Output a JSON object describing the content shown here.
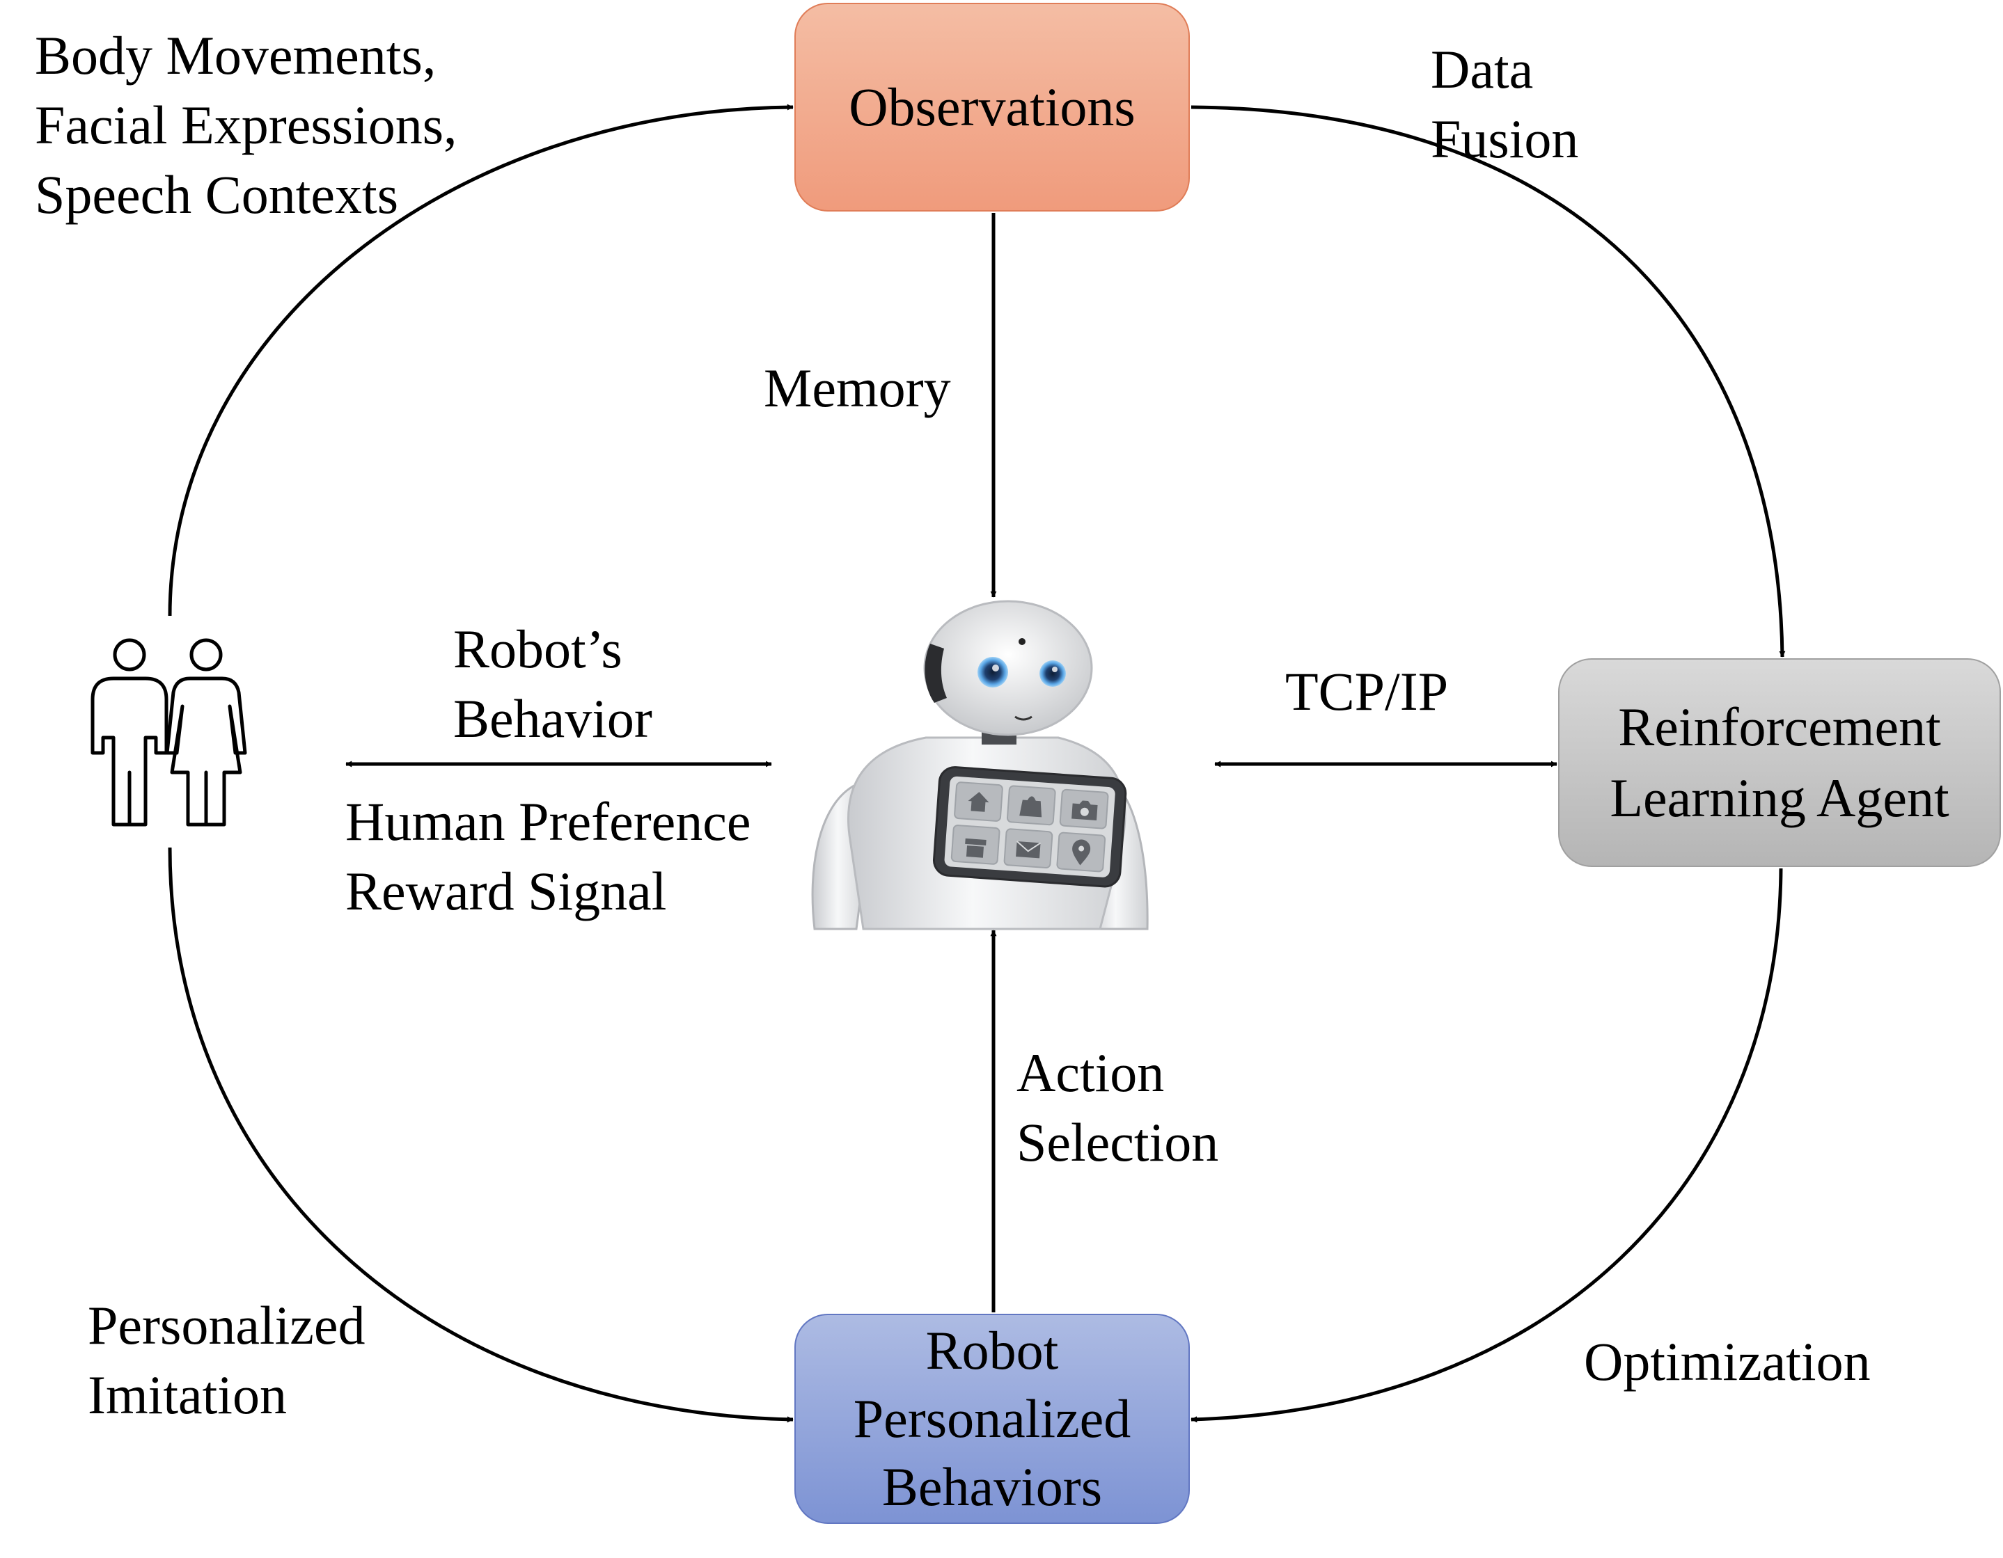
{
  "colors": {
    "observations_fill": "#f2a98c",
    "observations_border": "#e07d58",
    "rl_agent_fill": "#c8c8c8",
    "rl_agent_border": "#a0a0a0",
    "robot_behaviors_fill": "#95a7dc",
    "robot_behaviors_border": "#6277c2",
    "line": "#000000",
    "text": "#000000"
  },
  "icons": {
    "people": "man-and-woman-outline-icon",
    "robot": "humanoid-robot-with-chest-tablet"
  },
  "nodes": {
    "observations": "Observations",
    "rl_agent": [
      "Reinforcement",
      "Learning Agent"
    ],
    "robot_behaviors": [
      "Robot",
      "Personalized",
      "Behaviors"
    ]
  },
  "edge_labels": {
    "sensing": [
      "Body Movements,",
      "Facial Expressions,",
      "Speech Contexts"
    ],
    "data_fusion": [
      "Data",
      "Fusion"
    ],
    "memory": "Memory",
    "robots_behavior": [
      "Robot’s",
      "Behavior"
    ],
    "human_preference": [
      "Human Preference",
      "Reward Signal"
    ],
    "tcp_ip": "TCP/IP",
    "action_selection": [
      "Action",
      "Selection"
    ],
    "personalized_imitation": [
      "Personalized",
      "Imitation"
    ],
    "optimization": "Optimization"
  }
}
